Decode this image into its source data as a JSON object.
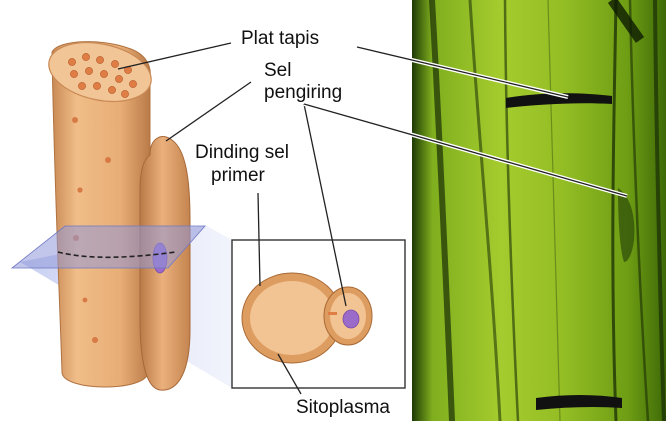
{
  "labels": {
    "plat_tapis": "Plat tapis",
    "sel_pengiring_line1": "Sel",
    "sel_pengiring_line2": "pengiring",
    "dinding_line1": "Dinding sel",
    "dinding_line2": "primer",
    "sitoplasma": "Sitoplasma"
  },
  "colors": {
    "cell_tan": "#eab07c",
    "cell_tan_dark": "#c98a55",
    "plate_pore": "#e07d45",
    "section_plane": "#8f97d8",
    "nucleus": "#9b6bc9",
    "micrograph_green": "#7fae1e"
  }
}
